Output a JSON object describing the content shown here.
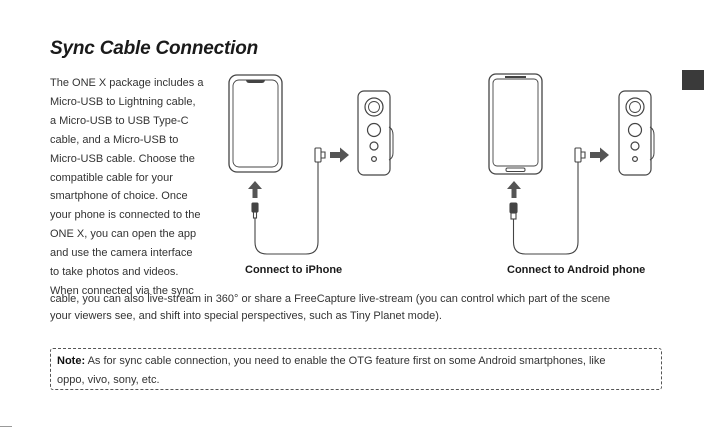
{
  "doc": {
    "title": "Sync Cable Connection",
    "paragraph_lines_narrow": [
      "The ONE X package includes a",
      "Micro-USB to Lightning cable,",
      "a Micro-USB to USB Type-C",
      "cable, and a Micro-USB to",
      "Micro-USB cable. Choose the",
      "compatible cable for your",
      "smartphone of choice. Once",
      "your phone is connected to the",
      "ONE X, you can open the app",
      "and use the camera interface",
      "to take photos and videos.",
      "When connected via the sync"
    ],
    "paragraph_lines_wide": [
      "cable, you can also live-stream in 360° or share a FreeCapture live-stream (you can control which part of the scene",
      "your viewers see, and shift into special perspectives, such as Tiny Planet mode)."
    ],
    "captions": {
      "iphone": "Connect to iPhone",
      "android": "Connect to Android phone"
    },
    "note": {
      "label": "Note:",
      "line1": "As for sync cable connection, you need to enable the OTG feature first on some Android smartphones, like",
      "line2": "oppo, vivo, sony, etc."
    }
  }
}
